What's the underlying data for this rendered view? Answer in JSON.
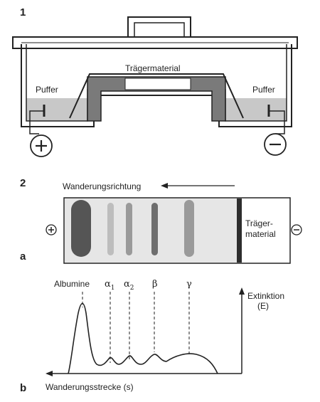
{
  "panel1": {
    "number": "1",
    "carrier_label": "Trägermaterial",
    "buffer_left": "Puffer",
    "buffer_right": "Puffer",
    "anode_symbol": "+",
    "cathode_symbol": "−"
  },
  "panel2": {
    "number": "2",
    "direction_label": "Wanderungsrichtung",
    "anode_symbol": "⊕",
    "cathode_symbol": "⊖",
    "carrier_label_line1": "Träger-",
    "carrier_label_line2": "material",
    "sublabel_a": "a",
    "sublabel_b": "b",
    "peaks": {
      "albumine": "Albumine",
      "alpha1": "α",
      "alpha1_sub": "1",
      "alpha2": "α",
      "alpha2_sub": "2",
      "beta": "β",
      "gamma": "γ"
    },
    "y_axis_line1": "Extinktion",
    "y_axis_line2": "(E)",
    "x_axis_label": "Wanderungsstrecke (s)"
  },
  "colors": {
    "gray_fill": "#c8c8c8",
    "dark_fill": "#7a7a7a",
    "line": "#222222"
  }
}
